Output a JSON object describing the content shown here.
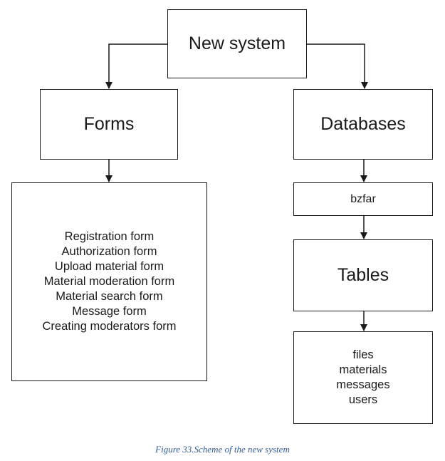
{
  "diagram": {
    "root": {
      "label": "New system"
    },
    "forms": {
      "label": "Forms",
      "items": [
        "Registration form",
        "Authorization form",
        "Upload material form",
        "Material moderation form",
        "Material search form",
        "Message form",
        "Creating moderators form"
      ]
    },
    "databases": {
      "label": "Databases",
      "database_name": "bzfar",
      "tables_label": "Tables",
      "tables": [
        "files",
        "materials",
        "messages",
        "users"
      ]
    }
  },
  "caption": "Figure 33.Scheme of the new system",
  "colors": {
    "line": "#1a1a1a",
    "caption": "#2e5d95"
  }
}
